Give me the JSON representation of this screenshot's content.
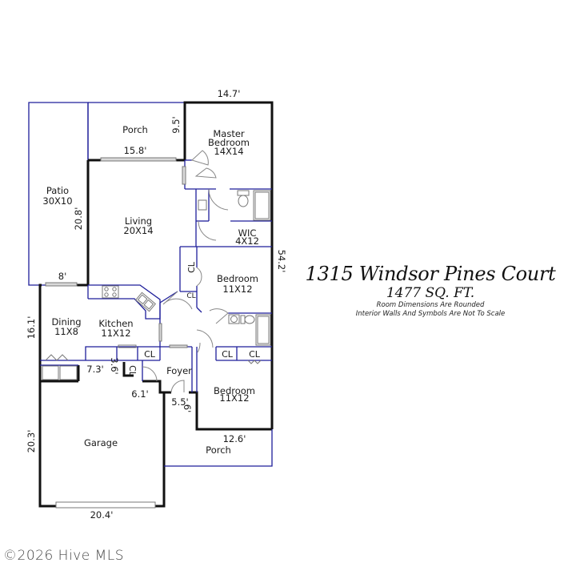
{
  "title": {
    "address": "1315 Windsor Pines Court",
    "sqft": "1477 SQ. FT.",
    "note1": "Room Dimensions Are Rounded",
    "note2": "Interior Walls And Symbols Are Not To Scale"
  },
  "watermark": "©2026 Hive MLS",
  "colors": {
    "exterior_wall": "#111111",
    "interior_wall": "#1e1e9a",
    "fixture": "#888888"
  },
  "rooms": {
    "porch_back": {
      "name": "Porch"
    },
    "master": {
      "name_line1": "Master",
      "name_line2": "Bedroom",
      "size": "14X14"
    },
    "patio": {
      "name": "Patio",
      "size": "30X10"
    },
    "living": {
      "name": "Living",
      "size": "20X14"
    },
    "wic": {
      "name": "WIC",
      "size": "4X12"
    },
    "bedroom2": {
      "name": "Bedroom",
      "size": "11X12"
    },
    "dining": {
      "name": "Dining",
      "size": "11X8"
    },
    "kitchen": {
      "name": "Kitchen",
      "size": "11X12"
    },
    "foyer": {
      "name": "Foyer"
    },
    "bedroom3": {
      "name": "Bedroom",
      "size": "11X12"
    },
    "garage": {
      "name": "Garage"
    },
    "porch_front": {
      "name": "Porch"
    }
  },
  "closets": {
    "label": "CL"
  },
  "dimensions": {
    "master_width": "14.7'",
    "porch_depth": "9.5'",
    "living_width": "15.8'",
    "living_depth": "20.8'",
    "right_total": "54.2'",
    "patio_door": "8'",
    "dining_depth": "16.1'",
    "laundry_width": "7.3'",
    "laundry_depth": "3.6'",
    "entry_offset": "6.1'",
    "foyer_width": "5.5'",
    "foyer_depth": "6'",
    "front_porch_width": "12.6'",
    "garage_depth": "20.3'",
    "garage_width": "20.4'"
  }
}
